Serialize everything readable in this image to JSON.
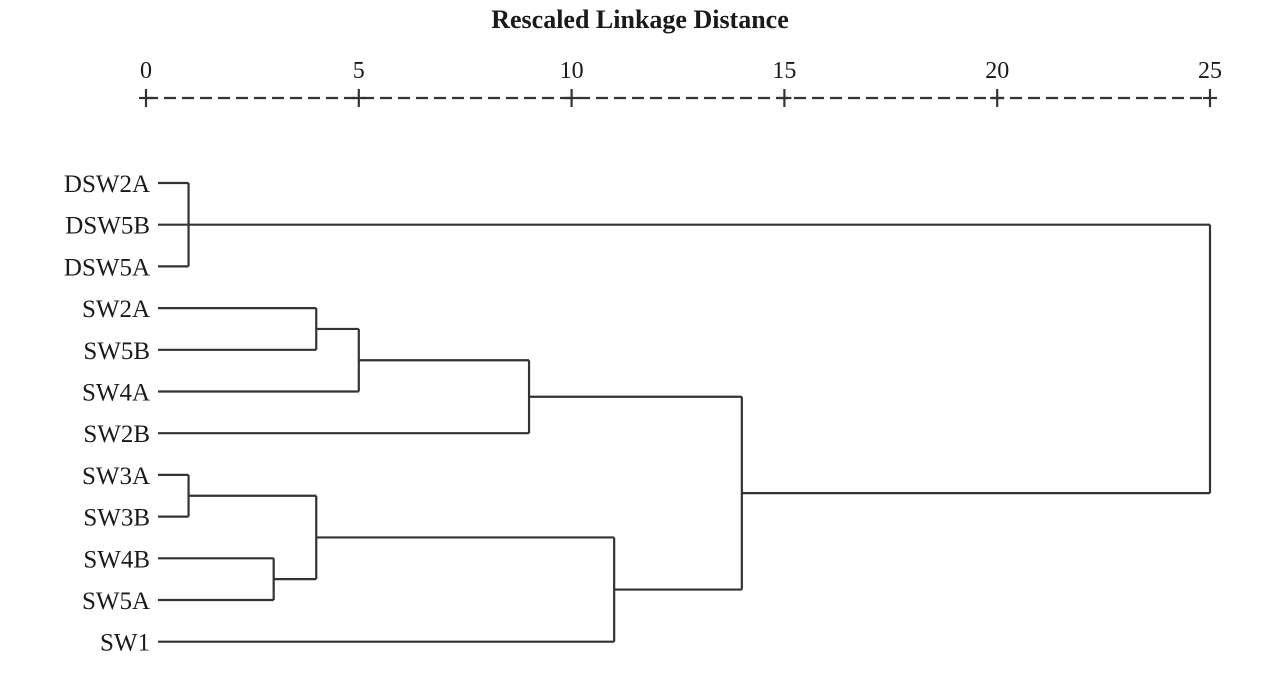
{
  "chart_data": {
    "type": "dendrogram",
    "title": "Rescaled Linkage Distance",
    "x_ticks": [
      0,
      5,
      10,
      15,
      20,
      25
    ],
    "xlim": [
      0,
      25
    ],
    "axis_position": "top",
    "leaves": [
      "DSW2A",
      "DSW5B",
      "DSW5A",
      "SW2A",
      "SW5B",
      "SW4A",
      "SW2B",
      "SW3A",
      "SW3B",
      "SW4B",
      "SW5A",
      "SW1"
    ],
    "merges": [
      {
        "id": "m1",
        "children": [
          "DSW2A",
          "DSW5B",
          "DSW5A"
        ],
        "distance": 1
      },
      {
        "id": "m2",
        "children": [
          "SW3A",
          "SW3B"
        ],
        "distance": 1
      },
      {
        "id": "m3",
        "children": [
          "SW4B",
          "SW5A"
        ],
        "distance": 3
      },
      {
        "id": "m4",
        "children": [
          "SW2A",
          "SW5B"
        ],
        "distance": 4
      },
      {
        "id": "m5",
        "children": [
          "m2",
          "m3"
        ],
        "distance": 4
      },
      {
        "id": "m6",
        "children": [
          "m4",
          "SW4A"
        ],
        "distance": 5
      },
      {
        "id": "m7",
        "children": [
          "m6",
          "SW2B"
        ],
        "distance": 9
      },
      {
        "id": "m8",
        "children": [
          "m5",
          "SW1"
        ],
        "distance": 11
      },
      {
        "id": "m9",
        "children": [
          "m7",
          "m8"
        ],
        "distance": 14
      },
      {
        "id": "m10",
        "children": [
          "m1",
          "m9"
        ],
        "distance": 25
      }
    ]
  }
}
